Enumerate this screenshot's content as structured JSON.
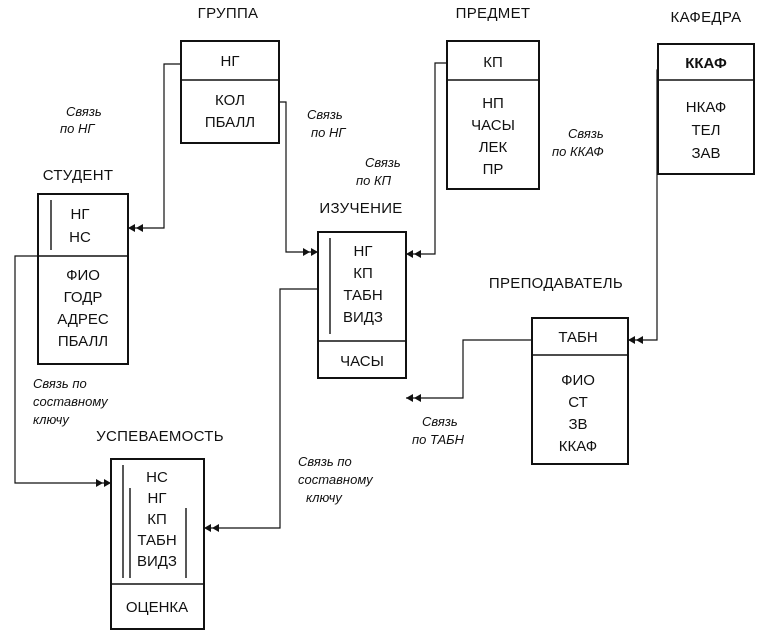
{
  "entities": {
    "gruppa": {
      "title": "ГРУППА",
      "keys": [
        "НГ"
      ],
      "attrs": [
        "КОЛ",
        "ПБАЛЛ"
      ]
    },
    "predmet": {
      "title": "ПРЕДМЕТ",
      "keys": [
        "КП"
      ],
      "attrs": [
        "НП",
        "ЧАСЫ",
        "ЛЕК",
        "ПР"
      ]
    },
    "kafedra": {
      "title": "КАФЕДРА",
      "keys": [
        "ККАФ"
      ],
      "attrs": [
        "НКАФ",
        "ТЕЛ",
        "ЗАВ"
      ]
    },
    "student": {
      "title": "СТУДЕНТ",
      "keys": [
        "НГ",
        "НС"
      ],
      "attrs": [
        "ФИО",
        "ГОДР",
        "АДРЕС",
        "ПБАЛЛ"
      ]
    },
    "izuchenie": {
      "title": "ИЗУЧЕНИЕ",
      "keys": [
        "НГ",
        "КП",
        "ТАБН",
        "ВИДЗ"
      ],
      "attrs": [
        "ЧАСЫ"
      ]
    },
    "prepodavatel": {
      "title": "ПРЕПОДАВАТЕЛЬ",
      "keys": [
        "ТАБН"
      ],
      "attrs": [
        "ФИО",
        "СТ",
        "ЗВ",
        "ККАФ"
      ]
    },
    "uspevaemost": {
      "title": "УСПЕВАЕМОСТЬ",
      "keys": [
        "НС",
        "НГ",
        "КП",
        "ТАБН",
        "ВИДЗ"
      ],
      "attrs": [
        "ОЦЕНКА"
      ]
    }
  },
  "links": {
    "gruppa_student": [
      "Связь",
      "по НГ"
    ],
    "gruppa_izuchenie": [
      "Связь",
      "по НГ"
    ],
    "predmet_izuchenie": [
      "Связь",
      "по КП"
    ],
    "kafedra_prepodavatel": [
      "Связь",
      "по ККАФ"
    ],
    "prepodavatel_izuchenie": [
      "Связь",
      "по ТАБН"
    ],
    "student_uspevaemost": [
      "Связь по",
      "составному",
      "ключу"
    ],
    "izuchenie_uspevaemost": [
      "Связь по",
      "составному",
      "ключу"
    ]
  }
}
